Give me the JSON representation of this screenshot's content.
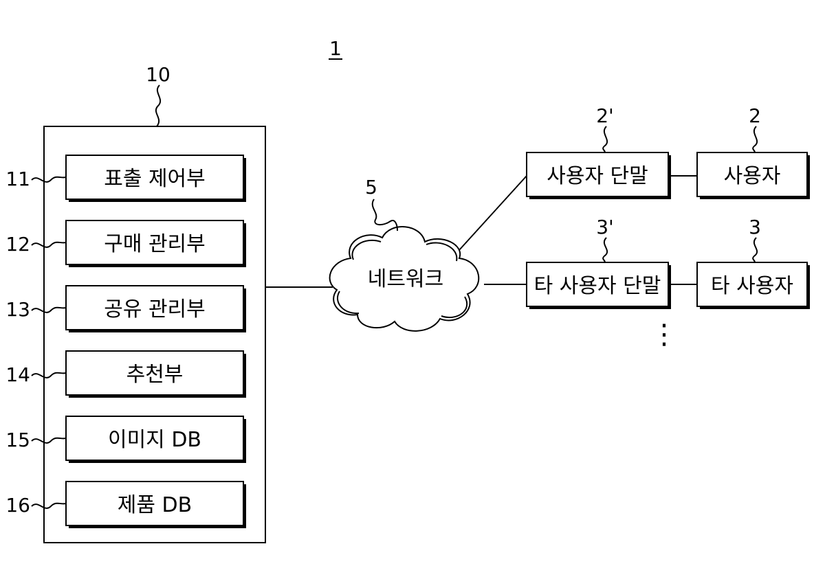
{
  "figure_label": "1",
  "server": {
    "ref": "10",
    "modules": [
      {
        "ref": "11",
        "label": "표출 제어부"
      },
      {
        "ref": "12",
        "label": "구매 관리부"
      },
      {
        "ref": "13",
        "label": "공유 관리부"
      },
      {
        "ref": "14",
        "label": "추천부"
      },
      {
        "ref": "15",
        "label": "이미지 DB"
      },
      {
        "ref": "16",
        "label": "제품 DB"
      }
    ]
  },
  "network": {
    "ref": "5",
    "label": "네트워크"
  },
  "user_terminal": {
    "ref": "2'",
    "label": "사용자 단말"
  },
  "user": {
    "ref": "2",
    "label": "사용자"
  },
  "other_terminal": {
    "ref": "3'",
    "label": "타 사용자 단말"
  },
  "other_user": {
    "ref": "3",
    "label": "타 사용자"
  },
  "continuation": "⋮"
}
